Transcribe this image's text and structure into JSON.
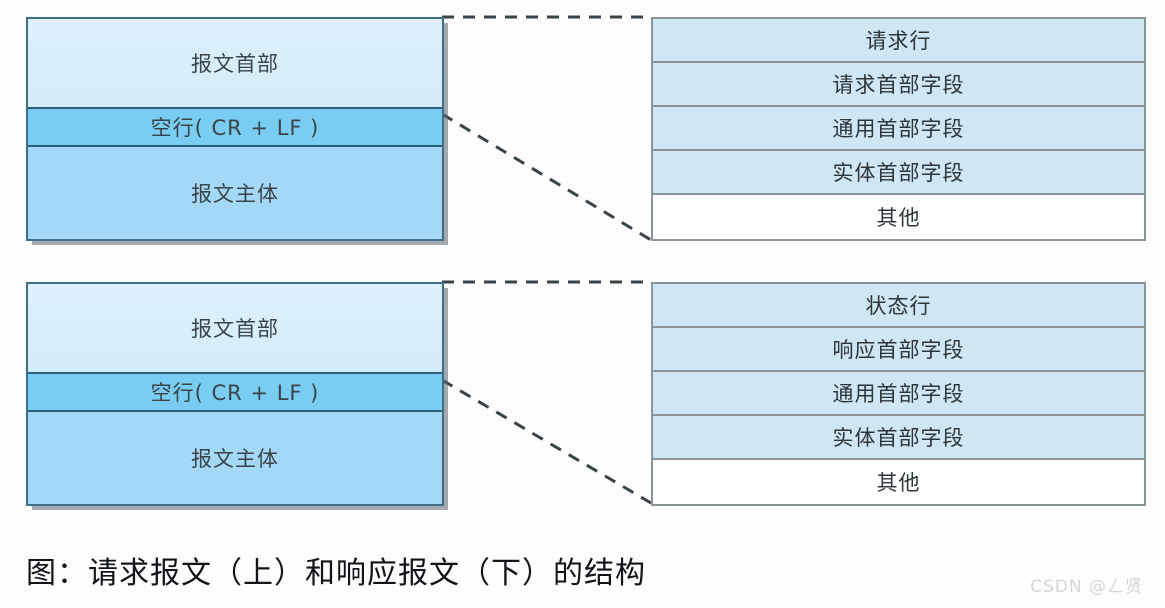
{
  "diagram": {
    "caption": "图：请求报文（上）和响应报文（下）的结构",
    "watermark": "CSDN @ㄥ贤",
    "colors": {
      "header_fill": "#d8eefb",
      "blank_line_fill": "#79cdf2",
      "body_fill": "#a3d9f6",
      "detail_row_fill": "#cfe6f4",
      "detail_other_fill": "#ffffff",
      "msg_border": "#3f6f87",
      "detail_border": "#8a9396",
      "connector": "#3a4448",
      "text": "#2c3538"
    },
    "blocks": [
      {
        "id": "request",
        "message": {
          "rows": [
            {
              "label": "报文首部",
              "kind": "header"
            },
            {
              "label": "空行( CR + LF )",
              "kind": "blank"
            },
            {
              "label": "报文主体",
              "kind": "body"
            }
          ]
        },
        "detail": {
          "rows": [
            {
              "label": "请求行",
              "kind": "filled"
            },
            {
              "label": "请求首部字段",
              "kind": "filled"
            },
            {
              "label": "通用首部字段",
              "kind": "filled"
            },
            {
              "label": "实体首部字段",
              "kind": "filled"
            },
            {
              "label": "其他",
              "kind": "plain"
            }
          ]
        }
      },
      {
        "id": "response",
        "message": {
          "rows": [
            {
              "label": "报文首部",
              "kind": "header"
            },
            {
              "label": "空行( CR + LF )",
              "kind": "blank"
            },
            {
              "label": "报文主体",
              "kind": "body"
            }
          ]
        },
        "detail": {
          "rows": [
            {
              "label": "状态行",
              "kind": "filled"
            },
            {
              "label": "响应首部字段",
              "kind": "filled"
            },
            {
              "label": "通用首部字段",
              "kind": "filled"
            },
            {
              "label": "实体首部字段",
              "kind": "filled"
            },
            {
              "label": "其他",
              "kind": "plain"
            }
          ]
        }
      }
    ]
  }
}
